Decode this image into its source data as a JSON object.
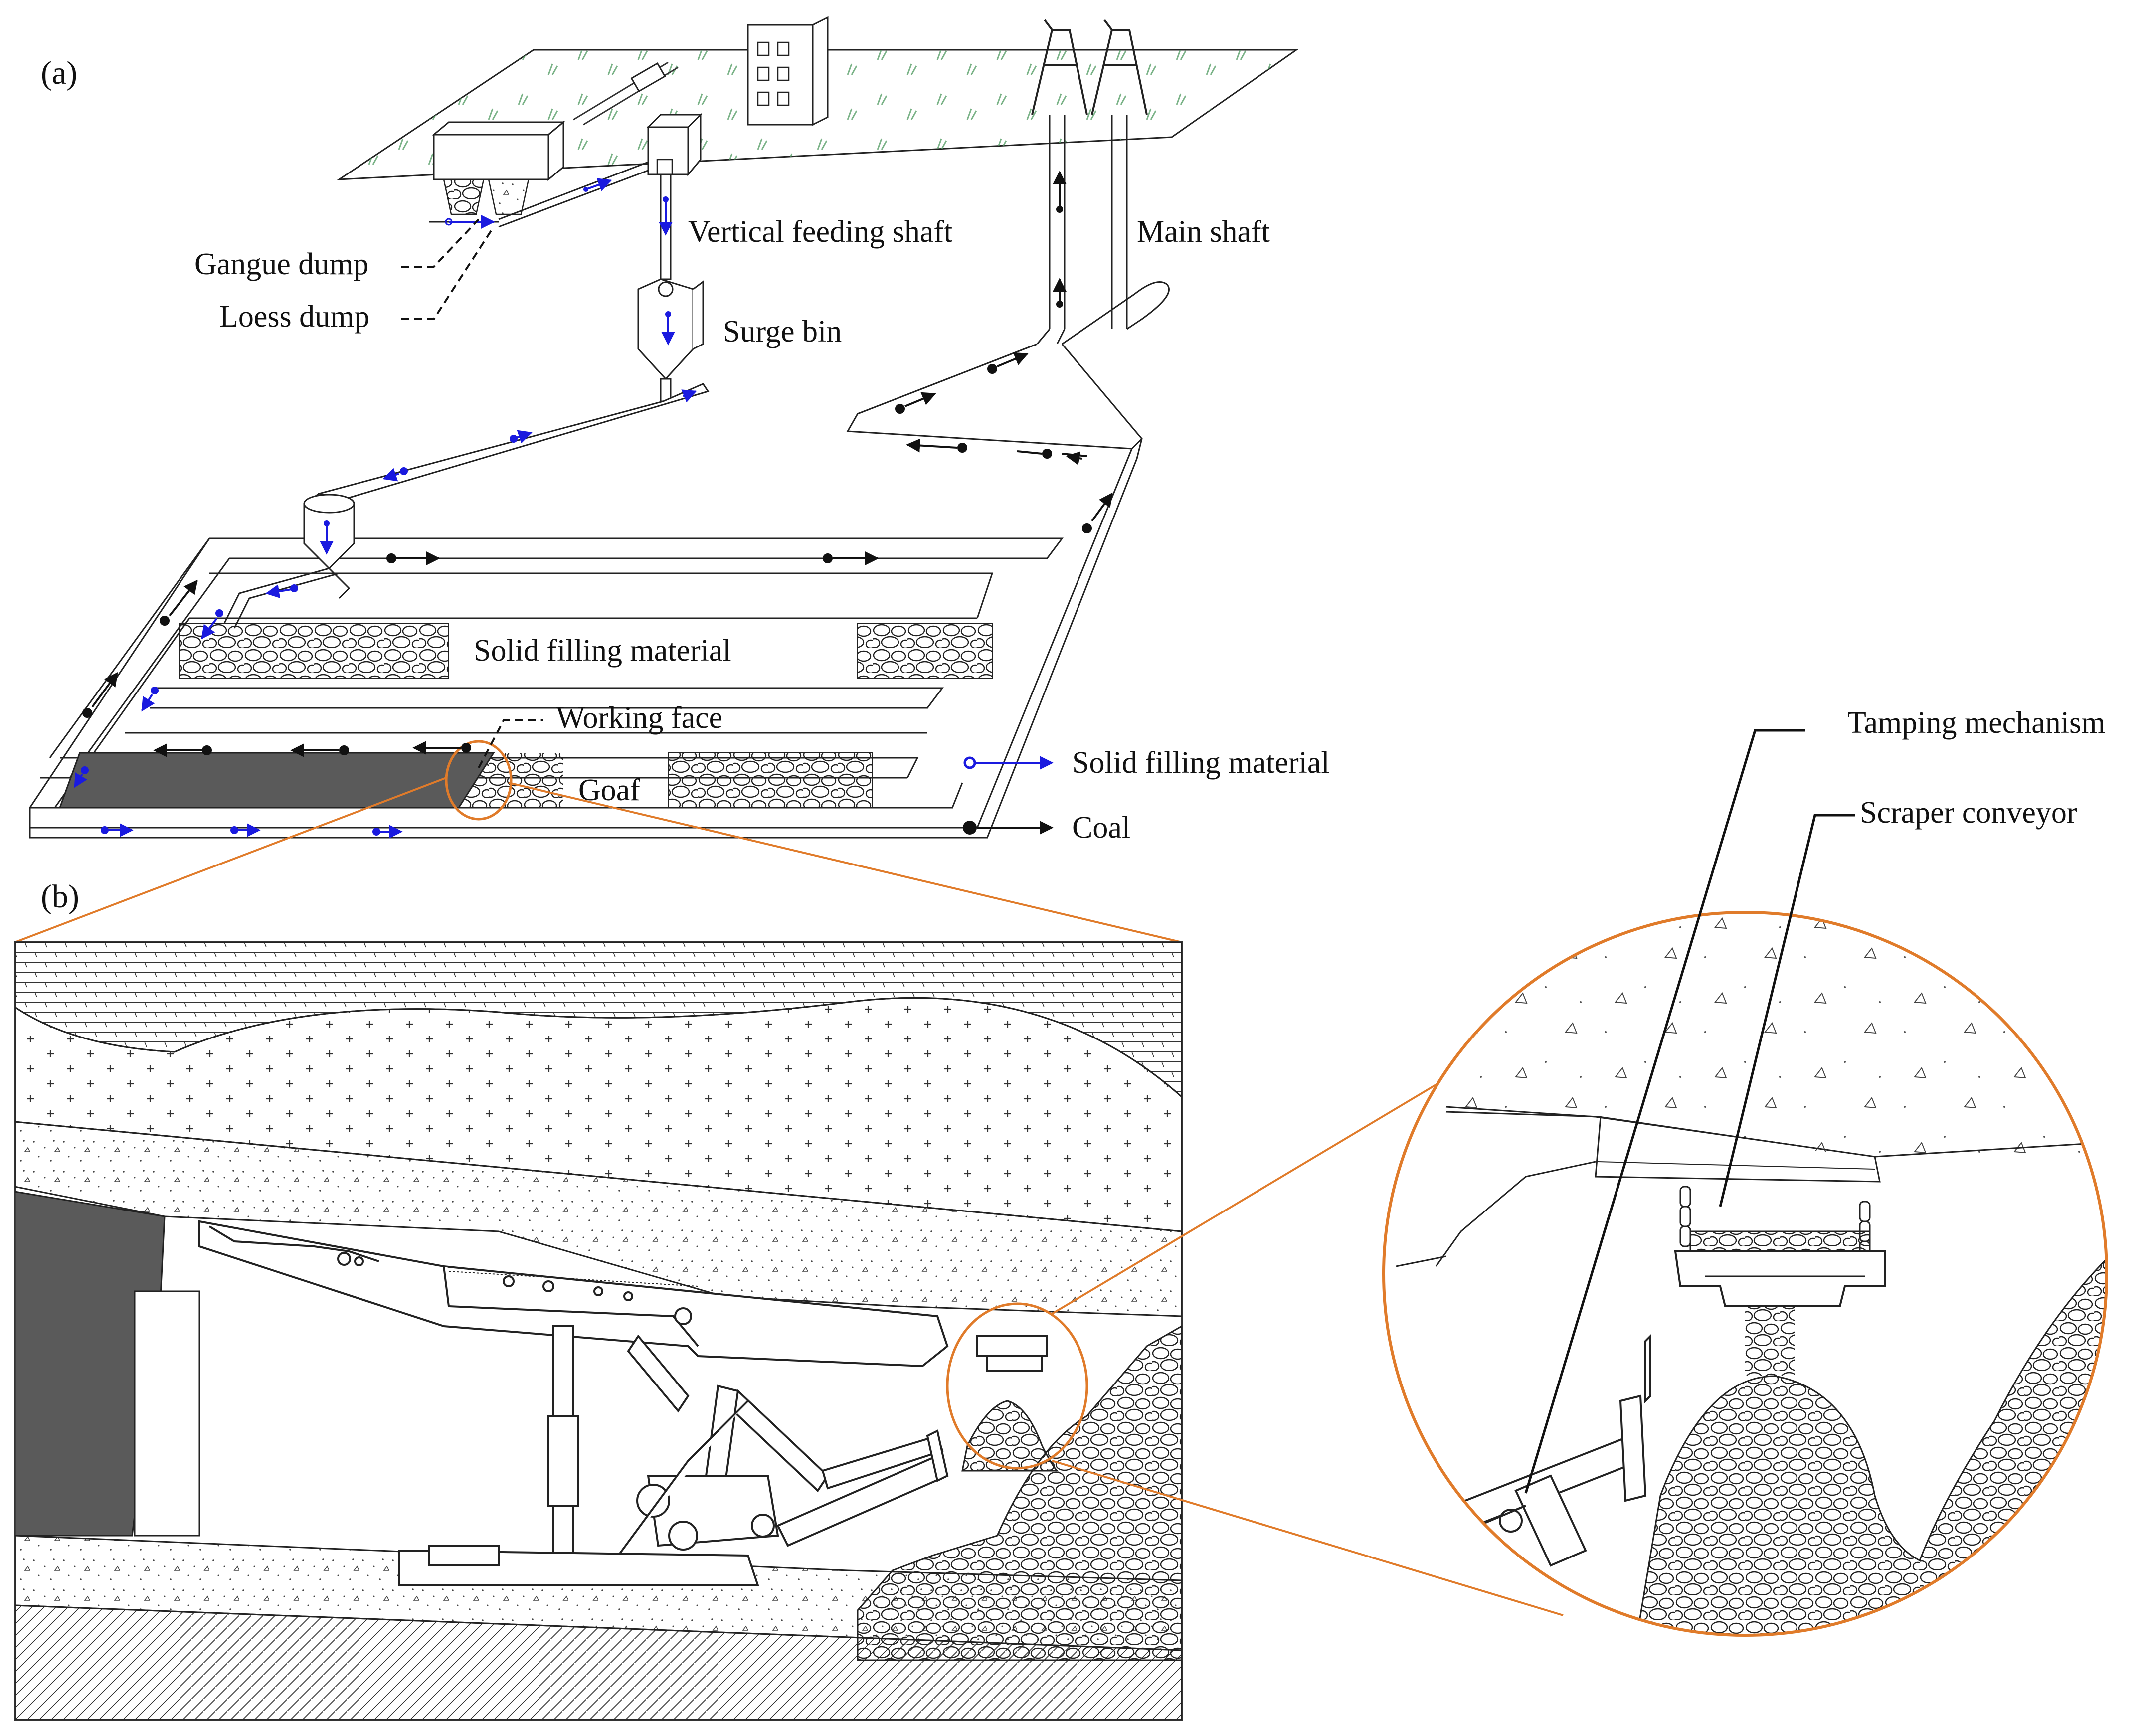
{
  "panel_a": {
    "tag": "(a)",
    "labels": {
      "gangue_dump": "Gangue dump",
      "loess_dump": "Loess dump",
      "vertical_feeding_shaft": "Vertical feeding shaft",
      "main_shaft": "Main shaft",
      "surge_bin": "Surge bin",
      "solid_filling_material": "Solid filling material",
      "working_face": "Working face",
      "goaf": "Goaf"
    },
    "legend": [
      {
        "label": "Solid filling material",
        "marker": "hollow-blue-circle-arrow"
      },
      {
        "label": "Coal",
        "marker": "black-dot-arrow"
      }
    ]
  },
  "panel_b": {
    "tag": "(b)",
    "callouts": {
      "tamping_mechanism": "Tamping mechanism",
      "scraper_conveyor": "Scraper conveyor"
    }
  },
  "colors": {
    "accent_orange": "#E07B2A",
    "material_blue": "#1a1adf",
    "coal_black": "#111111",
    "coal_seam_gray": "#5a5a5a"
  }
}
